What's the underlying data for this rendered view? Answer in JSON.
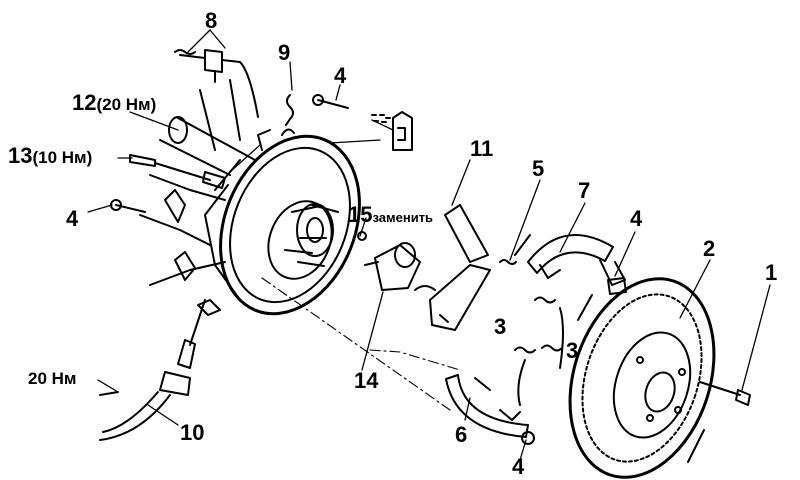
{
  "diagram": {
    "ink_color": "#000000",
    "paper_color": "#ffffff",
    "callouts": {
      "n1": "1",
      "n2": "2",
      "n3a": "3",
      "n3b": "3",
      "n4a": "4",
      "n4b": "4",
      "n4c": "4",
      "n4d": "4",
      "n5": "5",
      "n6": "6",
      "n7": "7",
      "n8": "8",
      "n9": "9",
      "n10": "10",
      "n11": "11",
      "n12": "12",
      "n12_torque": "(20 Нм)",
      "n13": "13",
      "n13_torque": "(10 Нм)",
      "n14": "14",
      "n15": "15",
      "n15_note": "заменить",
      "torque_hose_bolt": "20 Нм"
    }
  }
}
